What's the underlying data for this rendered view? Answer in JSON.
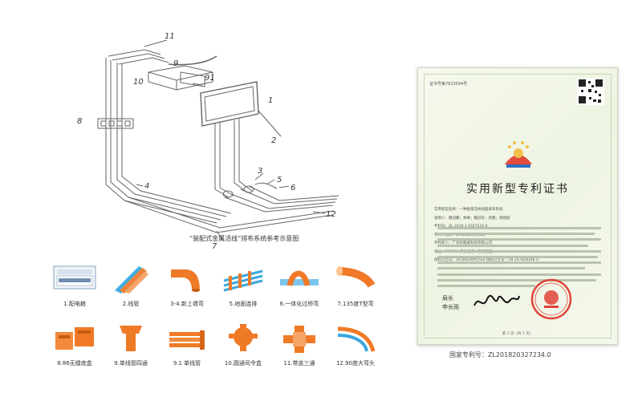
{
  "diagram": {
    "caption": "“装配式金属活线”排布系统参考示意图",
    "labels": [
      "11",
      "9",
      "91",
      "10",
      "1",
      "8",
      "2",
      "3",
      "5",
      "6",
      "4",
      "12",
      "7"
    ]
  },
  "parts": [
    {
      "label": "1.配电箱",
      "icon": "distribution-box-icon"
    },
    {
      "label": "2.线管",
      "icon": "conduit-icon"
    },
    {
      "label": "3-4.新上墙弯",
      "icon": "wall-elbow-icon"
    },
    {
      "label": "5.地面连排",
      "icon": "floor-connector-icon"
    },
    {
      "label": "6.一体化过桥弯",
      "icon": "bridge-bend-icon"
    },
    {
      "label": "7.135度T型弯",
      "icon": "t-bend-icon"
    },
    {
      "label": "8.86无缝底盒",
      "icon": "seamless-box-icon"
    },
    {
      "label": "9.单线管四通",
      "icon": "four-way-icon"
    },
    {
      "label": "9.1 单线管",
      "icon": "single-pipe-icon"
    },
    {
      "label": "10.圆通司令盒",
      "icon": "round-box-icon"
    },
    {
      "label": "11.带盖三通",
      "icon": "tee-cover-icon"
    },
    {
      "label": "12.90度大弯头",
      "icon": "big-elbow-icon"
    }
  ],
  "certificate": {
    "number": "证书号第7823594号",
    "title": "实用新型专利证书",
    "lines": [
      "实用新型名称：一种金属活线地面排布系统",
      "发明人：魏冠鹏；余峰；魏冠军；余鲲；胡建斌",
      "专利号：ZL 2018 2 0327234.0",
      "专利申请日：2018年03月10日",
      "专利权人：广东利建威科技有限公司",
      "地址：528300 广东省佛山市顺德区...",
      "授权公告日：2018年09月25日    授权公告号：CN 207828248 U"
    ],
    "signature_label_1": "局长",
    "signature_label_2": "申长雨",
    "footer": "第 1 页（共 1 页）"
  },
  "patent_number": "国家专利号：ZL201820327234.0",
  "colors": {
    "line": "#666666",
    "orange": "#f07a28",
    "blue": "#3aa8de",
    "cert_bg": "#f1f6e8",
    "seal_red": "#e04438"
  }
}
